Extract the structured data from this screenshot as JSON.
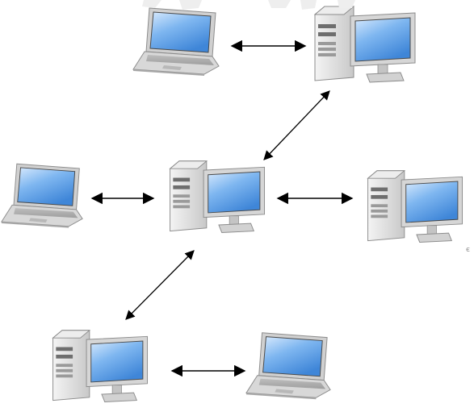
{
  "diagram": {
    "nodes": [
      {
        "id": "laptop-top",
        "kind": "laptop"
      },
      {
        "id": "desktop-top",
        "kind": "desktop"
      },
      {
        "id": "laptop-left",
        "kind": "laptop"
      },
      {
        "id": "desktop-center",
        "kind": "desktop"
      },
      {
        "id": "desktop-right",
        "kind": "desktop"
      },
      {
        "id": "desktop-bottom",
        "kind": "desktop"
      },
      {
        "id": "laptop-bottom",
        "kind": "laptop"
      }
    ],
    "connections": [
      {
        "from": "laptop-top",
        "to": "desktop-top",
        "style": "double-arrow"
      },
      {
        "from": "desktop-top",
        "to": "desktop-center",
        "style": "double-arrow"
      },
      {
        "from": "laptop-left",
        "to": "desktop-center",
        "style": "double-arrow"
      },
      {
        "from": "desktop-center",
        "to": "desktop-right",
        "style": "double-arrow"
      },
      {
        "from": "desktop-center",
        "to": "desktop-bottom",
        "style": "double-arrow"
      },
      {
        "from": "desktop-bottom",
        "to": "laptop-bottom",
        "style": "double-arrow"
      }
    ],
    "stray_mark": "є"
  },
  "colors": {
    "screen": "#5b9fe6",
    "screen_light": "#cfe4fb",
    "device_body": "#d9d9d9",
    "device_edge": "#8c8c8c",
    "arrow": "#000000"
  }
}
